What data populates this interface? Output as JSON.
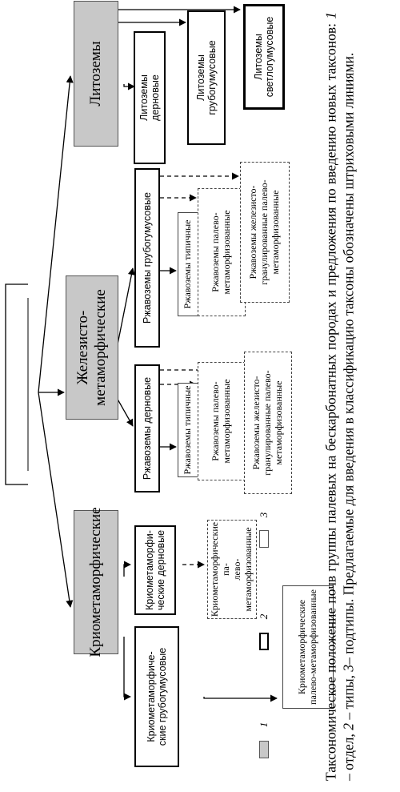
{
  "diagram": {
    "group_label": "",
    "orders": {
      "kriomet": "Криометаморфические",
      "zhelez": "Железисто-\nметаморфические",
      "litozem": "Литоземы"
    },
    "types": {
      "kriomet_grub": "Криометаморфиче-\nские грубогумусовые",
      "kriomet_dern": "Криометаморфи-\nческие дерновые",
      "rzhav_dern": "Ржавоземы дерновые",
      "rzhav_grub": "Ржавоземы грубогумусовые",
      "lito_dern": "Литоземы\nдерновые",
      "lito_grub": "Литоземы\nгрубогумусовые",
      "lito_svetl": "Литоземы\nсветлогумусовые"
    },
    "subtypes": {
      "kriomet_grub_pm": "Криометаморфические\nпалево-метаморфизованные",
      "kriomet_dern_pm": "Криометаморфические па-\nлево-метаморфизованные",
      "rzhav_dern_tip": "Ржавоземы типичные",
      "rzhav_dern_pm": "Ржавоземы палево-\nметаморфизованные",
      "rzhav_dern_zhg": "Ржавоземы железисто-\nгранулированные палево-\nметаморфизованные",
      "rzhav_grub_tip": "Ржавоземы типичные",
      "rzhav_grub_pm": "Ржавоземы палево-\nметаморфизованные",
      "rzhav_grub_zhg": "Ржавоземы железисто-\nгранулированные палево-\nметаморфизованные"
    },
    "legend": {
      "n1": "1",
      "n2": "2",
      "n3": "3"
    },
    "colors": {
      "order_fill": "#c8c8c8",
      "line": "#000000"
    }
  },
  "caption": {
    "p1": "Таксономическое положение почв группы палевых на бескарбонатных породах и предложения по введению новых таксонов: ",
    "n1": "1",
    "p2": " – отдел, ",
    "n2": "2",
    "p3": " – типы, ",
    "n3": "3",
    "p4": "– подтипы. Предлагаемые для введения в классификацию таксоны обозначены штриховыми линиями."
  }
}
